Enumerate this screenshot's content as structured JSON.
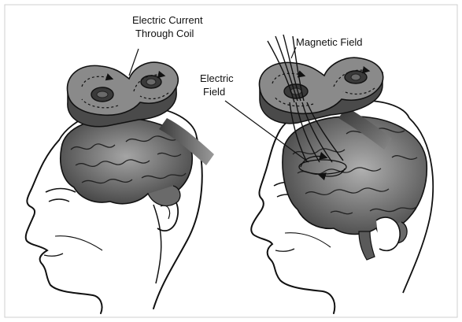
{
  "labels": {
    "current_line1": "Electric Current",
    "current_line2": "Through Coil",
    "magnetic": "Magnetic Field",
    "efield_line1": "Electric",
    "efield_line2": "Field"
  },
  "colors": {
    "ink": "#111111",
    "coil_top": "#8a8a8a",
    "coil_side": "#4a4a4a",
    "brain_light": "#8e8e8e",
    "brain_dark": "#3e3e3e",
    "cable": "#555555",
    "skin": "#ffffff",
    "frame": "#cfcfcf"
  }
}
